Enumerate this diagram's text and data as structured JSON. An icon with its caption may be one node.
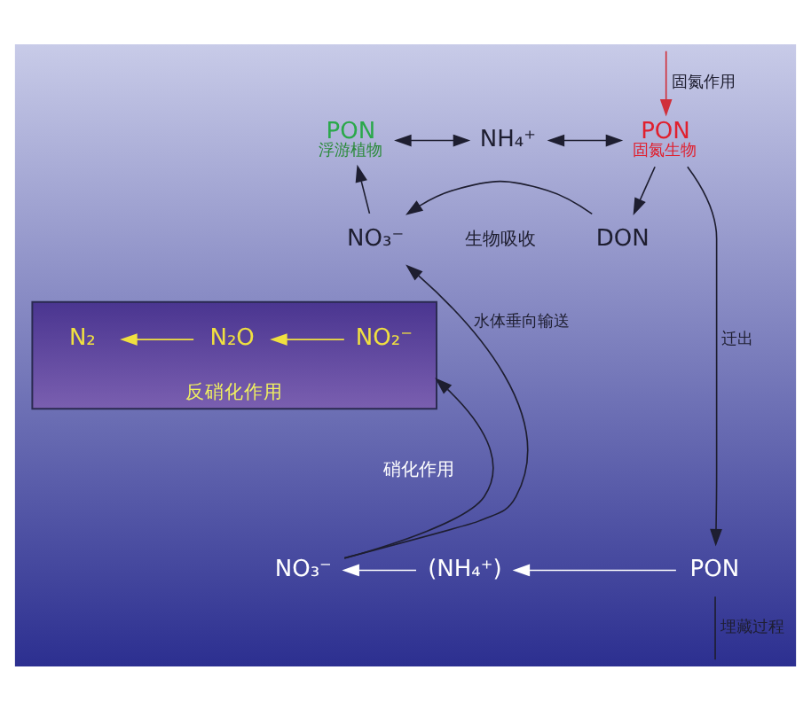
{
  "diagram": {
    "nodes": [
      {
        "text": [
          "PON",
          "浮游植物"
        ]
      },
      {
        "text": [
          "NH₄⁺"
        ]
      },
      {
        "text": [
          "PON",
          "固氮生物"
        ]
      },
      {
        "text": [
          "NO₃⁻"
        ]
      },
      {
        "text": [
          "DON"
        ]
      },
      {
        "text": [
          "反硝化作用"
        ]
      },
      {
        "text": [
          "NO₂⁻"
        ],
        "in": 5
      },
      {
        "text": [
          "N₂O"
        ],
        "in": 5
      },
      {
        "text": [
          "N₂"
        ],
        "in": 5
      },
      {
        "text": [
          "NO₃⁻"
        ]
      },
      {
        "text": [
          "(NH₄⁺)"
        ]
      },
      {
        "text": [
          "PON"
        ]
      }
    ],
    "edges": [
      {
        "from": null,
        "to": 2,
        "arrow": "to",
        "label": "固氮作用",
        "color": "#d0303a"
      },
      {
        "from": 0,
        "to": 1,
        "arrow": "both"
      },
      {
        "from": 1,
        "to": 2,
        "arrow": "both"
      },
      {
        "from": 2,
        "to": 4,
        "arrow": "to"
      },
      {
        "from": 4,
        "to": 3,
        "arrow": "to"
      },
      {
        "from": 3,
        "to": 0,
        "arrow": "to"
      },
      {
        "from": 6,
        "to": 7,
        "arrow": "to",
        "color": "#f0e040"
      },
      {
        "from": 7,
        "to": 8,
        "arrow": "to",
        "color": "#f0e040"
      },
      {
        "from": 9,
        "to": 3,
        "arrow": "to",
        "label": "水体垂向输送"
      },
      {
        "from": 2,
        "to": 11,
        "arrow": "to",
        "label": "迁出"
      },
      {
        "from": 11,
        "to": 10,
        "arrow": "to",
        "color": "#ffffff"
      },
      {
        "from": 10,
        "to": 9,
        "arrow": "to",
        "color": "#ffffff"
      },
      {
        "from": 9,
        "to": 5,
        "arrow": "to"
      },
      {
        "from": 11,
        "to": null,
        "arrow": "none",
        "label": "埋藏过程"
      }
    ],
    "labels": [
      "生物吸收",
      "硝化作用"
    ]
  }
}
